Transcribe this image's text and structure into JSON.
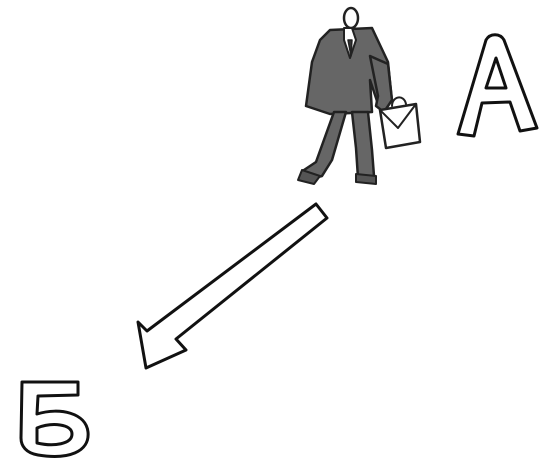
{
  "labels": {
    "start": "А",
    "end": "Б"
  },
  "figure": {
    "icon": "businessman-with-briefcase-icon",
    "suit_color": "#666666",
    "outline_color": "#111111"
  },
  "arrow": {
    "icon": "arrow-down-left-icon",
    "direction": "from А toward Б"
  }
}
